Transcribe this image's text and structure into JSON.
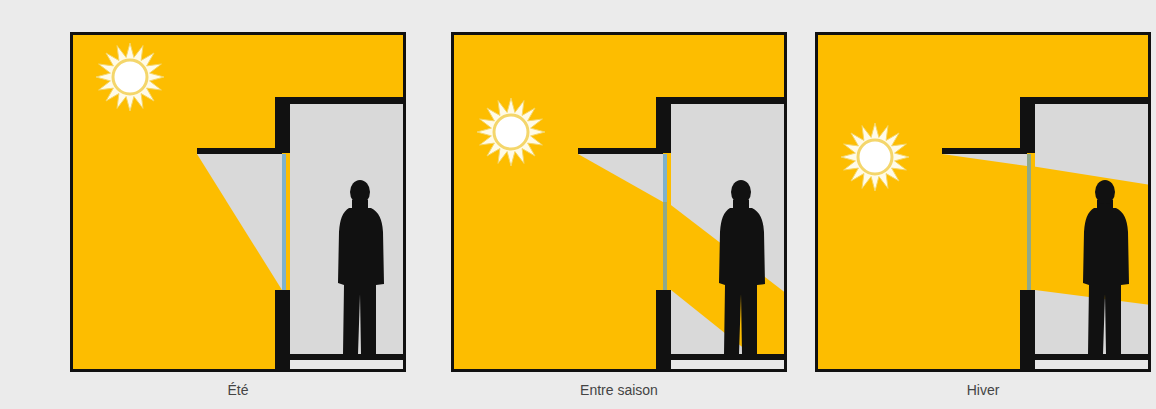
{
  "diagram": {
    "labels": [
      "Été",
      "Entre saison",
      "Hiver"
    ]
  }
}
